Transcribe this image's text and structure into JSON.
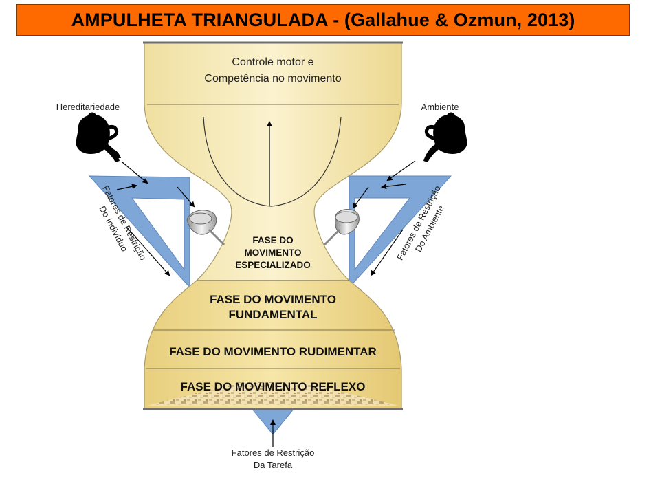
{
  "title": "AMPULHETA TRIANGULADA - (Gallahue & Ozmun, 2013)",
  "top_chamber": {
    "line1": "Controle motor e",
    "line2": "Competência no movimento"
  },
  "phases": {
    "specialized": [
      "FASE DO",
      "MOVIMENTO",
      "ESPECIALIZADO"
    ],
    "fundamental": [
      "FASE DO MOVIMENTO",
      "FUNDAMENTAL"
    ],
    "rudimentary": "FASE DO MOVIMENTO RUDIMENTAR",
    "reflex": "FASE DO MOVIMENTO REFLEXO"
  },
  "labels": {
    "heredity": "Hereditariedade",
    "environment": "Ambiente",
    "individual_constraints": [
      "Fatores de Restrição",
      "Do Indivíduo"
    ],
    "environment_constraints": [
      "Fatores de Restrição",
      "Do Ambiente"
    ],
    "task_constraints": [
      "Fatores de Restrição",
      "Da Tarefa"
    ]
  },
  "icons": [
    "teapot-icon",
    "funnel-icon"
  ],
  "colors": {
    "title_bg": "#ff6a00",
    "sand": "#f3e3a0",
    "triangle": "#7ea7d8"
  }
}
